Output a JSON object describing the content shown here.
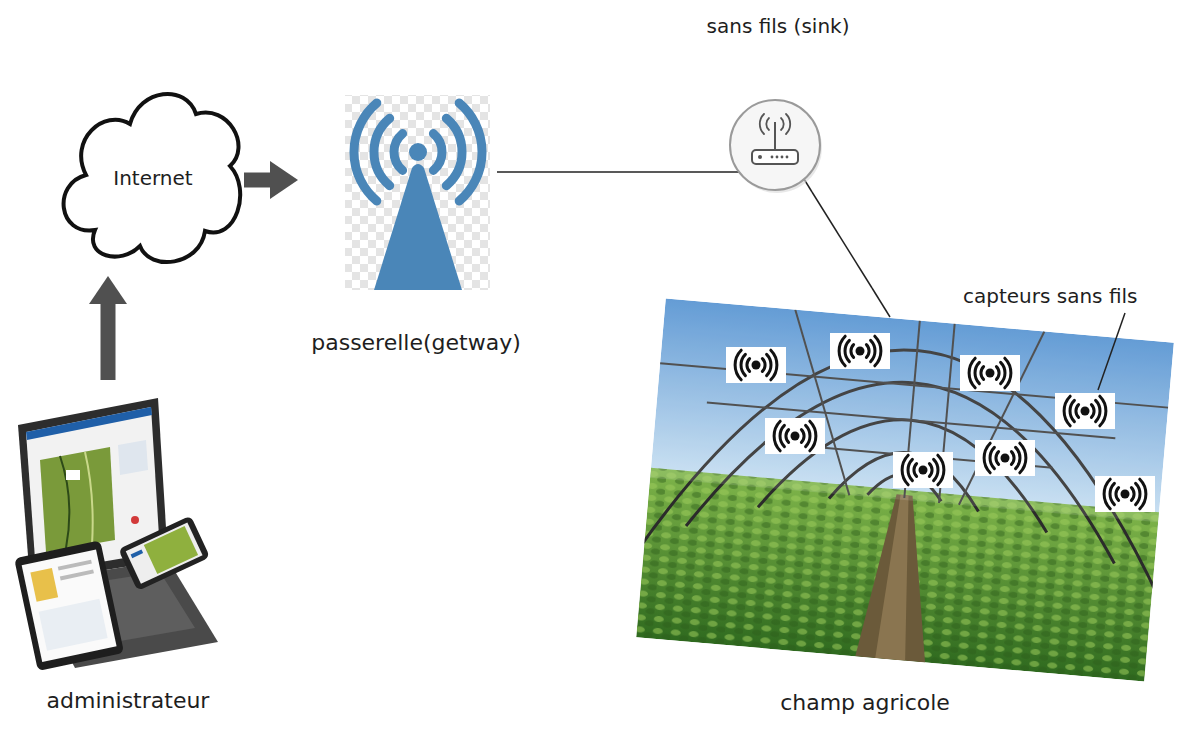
{
  "diagram": {
    "nodes": [
      {
        "text": [
          "Internet"
        ]
      },
      {
        "text": [
          "passerelle(getway)"
        ]
      },
      {
        "text": [
          "sans fils (sink)"
        ]
      },
      {
        "text": [
          "champ agricole"
        ]
      },
      {
        "text": [
          "administrateur"
        ]
      }
    ],
    "edges": [
      {
        "from": 4,
        "to": 0,
        "arrow": "to"
      },
      {
        "from": 0,
        "to": 1,
        "arrow": "to"
      },
      {
        "from": 1,
        "to": 2,
        "arrow": "none"
      },
      {
        "from": 2,
        "to": 3,
        "arrow": "none"
      }
    ],
    "labels": [
      "capteurs sans fils"
    ]
  }
}
